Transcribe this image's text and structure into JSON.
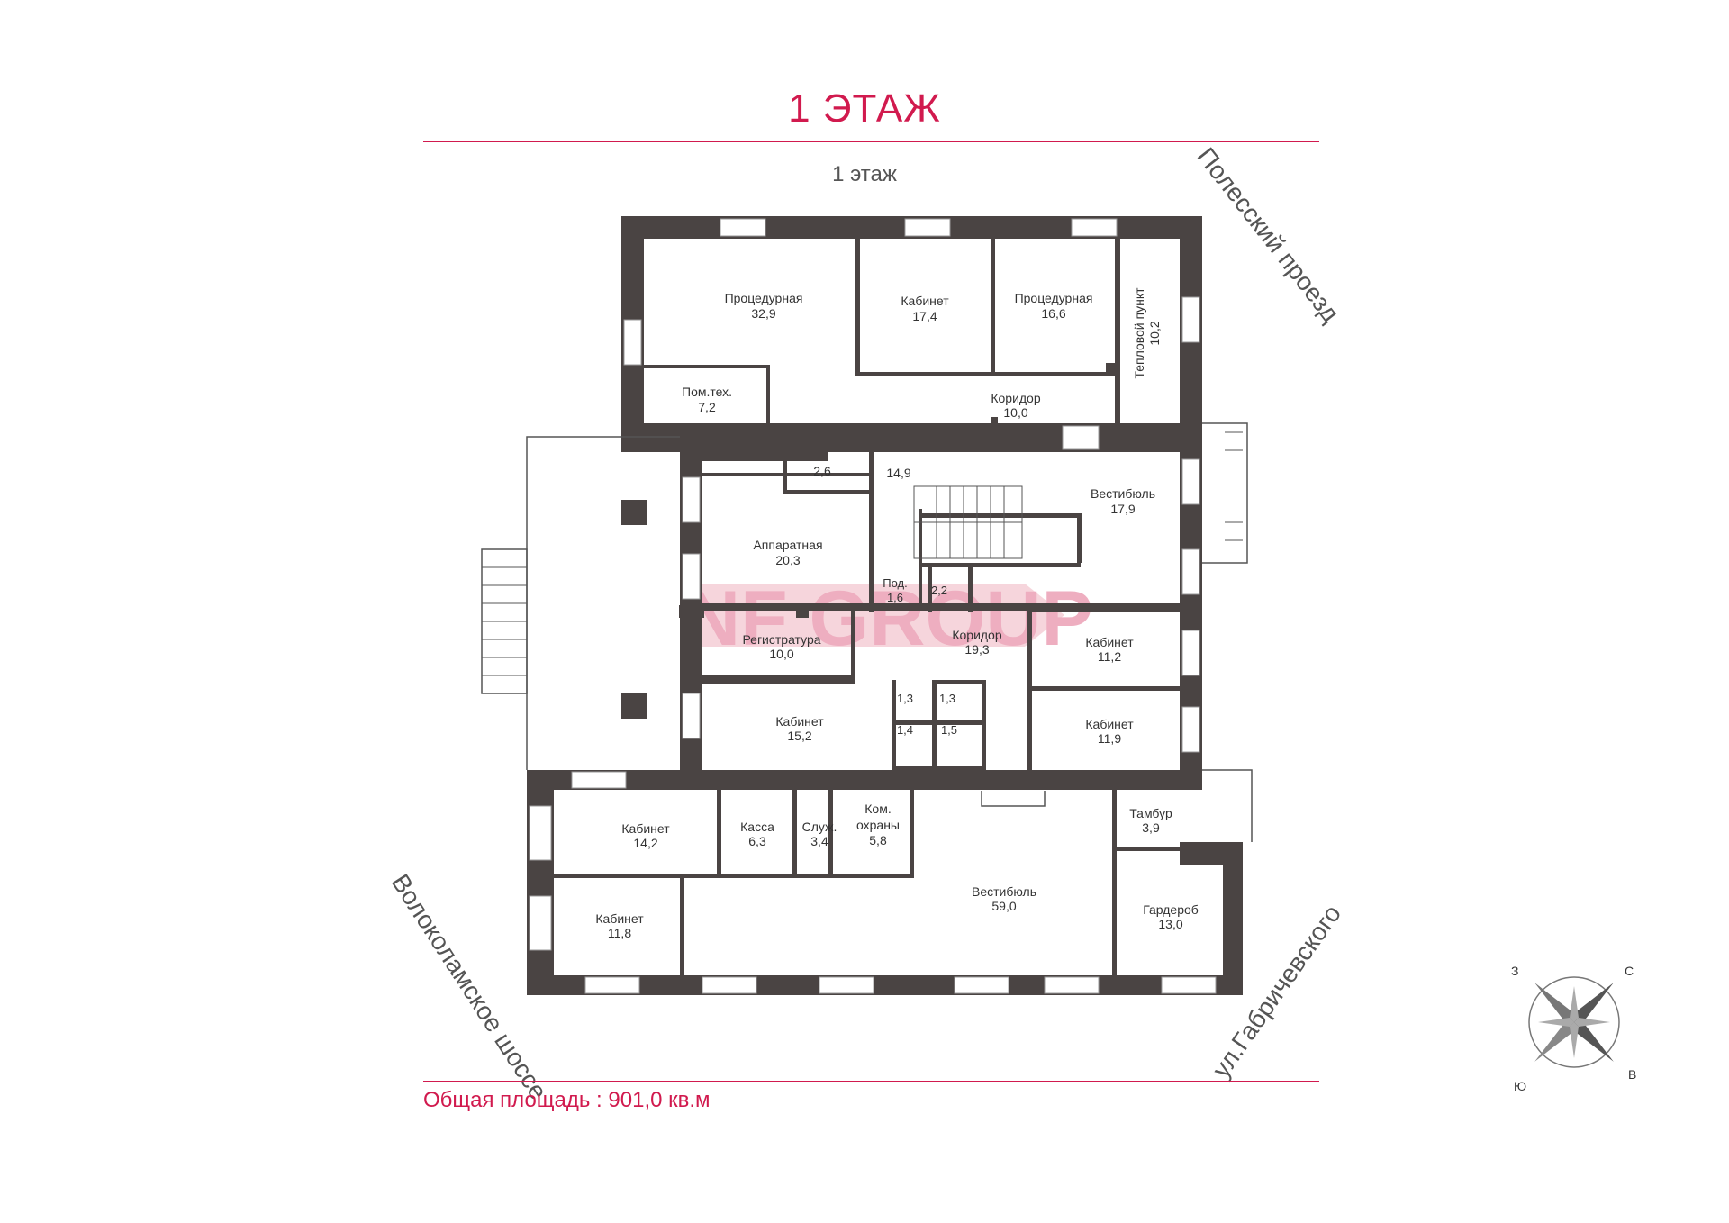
{
  "header": {
    "title": "1 ЭТАЖ",
    "plan_label": "1 этаж"
  },
  "footer": {
    "total_area": "Общая площадь : 901,0 кв.м"
  },
  "streets": {
    "top_right": "Полесский проезд",
    "bottom_left": "Волоколамское шоссе",
    "bottom_right": "ул.Габричевского"
  },
  "watermark": "NF GROUP",
  "compass": {
    "n": "С",
    "s": "Ю",
    "e": "В",
    "w": "З"
  },
  "rooms": {
    "proc1": {
      "name": "Процедурная",
      "area": "32,9"
    },
    "kab1": {
      "name": "Кабинет",
      "area": "17,4"
    },
    "proc2": {
      "name": "Процедурная",
      "area": "16,6"
    },
    "teplo": {
      "name": "Тепловой пункт",
      "area": "10,2"
    },
    "pomteh": {
      "name": "Пом.тех.",
      "area": "7,2"
    },
    "korid1": {
      "name": "Коридор",
      "area": "10,0"
    },
    "wc26": {
      "area": "2,6"
    },
    "stair": {
      "area": "14,9"
    },
    "vest1": {
      "name": "Вестибюль",
      "area": "17,9"
    },
    "appar": {
      "name": "Аппаратная",
      "area": "20,3"
    },
    "pod": {
      "name": "Под.",
      "area": "1,6"
    },
    "r22": {
      "area": "2,2"
    },
    "registr": {
      "name": "Регистратура",
      "area": "10,0"
    },
    "korid2": {
      "name": "Коридор",
      "area": "19,3"
    },
    "kab112": {
      "name": "Кабинет",
      "area": "11,2"
    },
    "kab152": {
      "name": "Кабинет",
      "area": "15,2"
    },
    "wc13a": {
      "area": "1,3"
    },
    "wc13b": {
      "area": "1,3"
    },
    "wc14": {
      "area": "1,4"
    },
    "wc15": {
      "area": "1,5"
    },
    "kab119": {
      "name": "Кабинет",
      "area": "11,9"
    },
    "kab142": {
      "name": "Кабинет",
      "area": "14,2"
    },
    "kassa": {
      "name": "Касса",
      "area": "6,3"
    },
    "sluzh": {
      "name": "Служ.",
      "area": "3,4"
    },
    "ohrana": {
      "name": "Ком.",
      "name2": "охраны",
      "area": "5,8"
    },
    "tambur": {
      "name": "Тамбур",
      "area": "3,9"
    },
    "vest2": {
      "name": "Вестибюль",
      "area": "59,0"
    },
    "gard": {
      "name": "Гардероб",
      "area": "13,0"
    },
    "kab118": {
      "name": "Кабинет",
      "area": "11,8"
    }
  }
}
